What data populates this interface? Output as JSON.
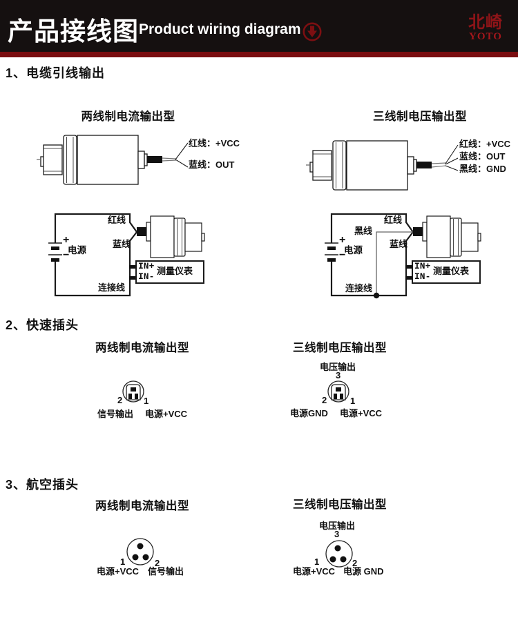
{
  "header": {
    "title_cn": "产品接线图",
    "title_en": "Product wiring diagram",
    "brand_cn": "北崎",
    "brand_en": "YOTO"
  },
  "colors": {
    "header_bg": "#151010",
    "divider_red": "#7a0d10",
    "brand_red": "#8e1418",
    "line_black": "#1a1a1a"
  },
  "section1": {
    "heading": "1、电缆引线输出",
    "left": {
      "subtitle": "两线制电流输出型",
      "wires": {
        "red": "红线：+VCC",
        "blue": "蓝线：OUT"
      },
      "circuit": {
        "red": "红线",
        "blue": "蓝线",
        "connect": "连接线",
        "plus": "+",
        "minus": "−",
        "power": "电源",
        "in_plus": "IN+",
        "in_minus": "IN-",
        "meter": "测量仪表"
      }
    },
    "right": {
      "subtitle": "三线制电压输出型",
      "wires": {
        "red": "红线：+VCC",
        "blue": "蓝线：OUT",
        "black": "黑线：GND"
      },
      "circuit": {
        "red": "红线",
        "black": "黑线",
        "blue": "蓝线",
        "connect": "连接线",
        "plus": "+",
        "minus": "−",
        "power": "电源",
        "in_plus": "IN+",
        "in_minus": "IN-",
        "meter": "测量仪表"
      }
    }
  },
  "section2": {
    "heading": "2、快速插头",
    "left": {
      "subtitle": "两线制电流输出型",
      "pin2_num": "2",
      "pin1_num": "1",
      "pin2_label": "信号输出",
      "pin1_label": "电源+VCC"
    },
    "right": {
      "subtitle": "三线制电压输出型",
      "pin3_label": "电压输出",
      "pin3_num": "3",
      "pin2_num": "2",
      "pin1_num": "1",
      "pin2_label": "电源GND",
      "pin1_label": "电源+VCC"
    }
  },
  "section3": {
    "heading": "3、航空插头",
    "left": {
      "subtitle": "两线制电流输出型",
      "pin1_num": "1",
      "pin2_num": "2",
      "pin1_label": "电源+VCC",
      "pin2_label": "信号输出"
    },
    "right": {
      "subtitle": "三线制电压输出型",
      "pin3_label": "电压输出",
      "pin3_num": "3",
      "pin1_num": "1",
      "pin2_num": "2",
      "pin1_label": "电源+VCC",
      "pin2_label": "电源 GND"
    }
  }
}
